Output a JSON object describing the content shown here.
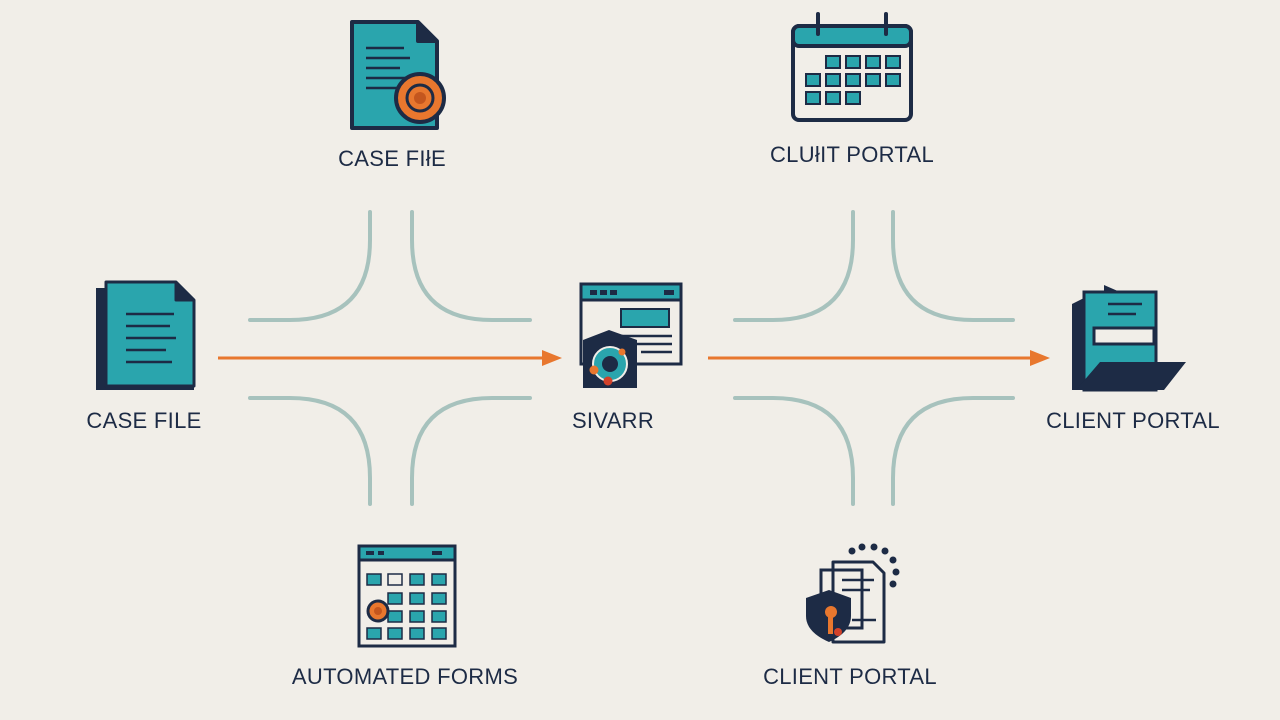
{
  "colors": {
    "background": "#f1eee8",
    "navy": "#1d2b45",
    "teal": "#2aa5ad",
    "orange": "#e8772e",
    "connector": "#a7c2bd"
  },
  "nodes": {
    "top_left": {
      "label": "CASE FIłE",
      "icon": "document-with-seal-icon"
    },
    "top_right": {
      "label": "CLUłIT PORTAL",
      "icon": "calendar-icon"
    },
    "left": {
      "label": "CASE FILE",
      "icon": "document-icon"
    },
    "center": {
      "label": "SIVARR",
      "icon": "dashboard-window-icon"
    },
    "right": {
      "label": "CLIENT PORTAL",
      "icon": "folder-icon"
    },
    "bottom_left": {
      "label": "AUTOMATED FORMS",
      "icon": "calendar-grid-icon"
    },
    "bottom_right": {
      "label": "CLIENT PORTAL",
      "icon": "shield-document-icon"
    }
  },
  "arrows": [
    {
      "from": "left",
      "to": "center"
    },
    {
      "from": "center",
      "to": "right"
    }
  ]
}
